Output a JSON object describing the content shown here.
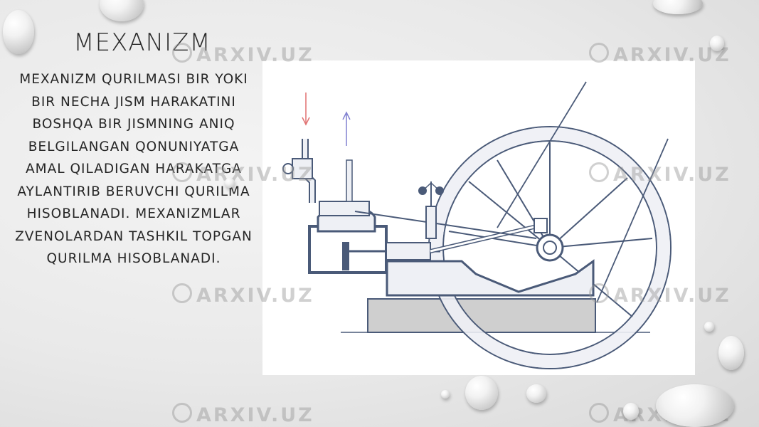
{
  "slide": {
    "title": "MEXANIZM",
    "body": "MEXANIZM QURILMASI BIR YOKI BIR NECHA JISM HARAKATINI BOSHQA BIR JISMNING ANIQ BELGILANGAN QONUNIYATGA AMAL QILADIGAN HARAKATGA AYLANTIRIB BERUVCHI QURILMA HISOBLANADI. MEXANIZMLAR ZVENOLARDAN TASHKIL TOPGAN QURILMA HISOBLANADI."
  },
  "watermark": {
    "text": "ARXIV.UZ"
  },
  "figure": {
    "subject": "steam-engine-diagram",
    "colors": {
      "outline": "#4a5a78",
      "inflow_arrow": "#e07070",
      "outflow_arrow": "#8080d0",
      "fill_light": "#eef0f5",
      "base": "#cfcfcf"
    }
  }
}
